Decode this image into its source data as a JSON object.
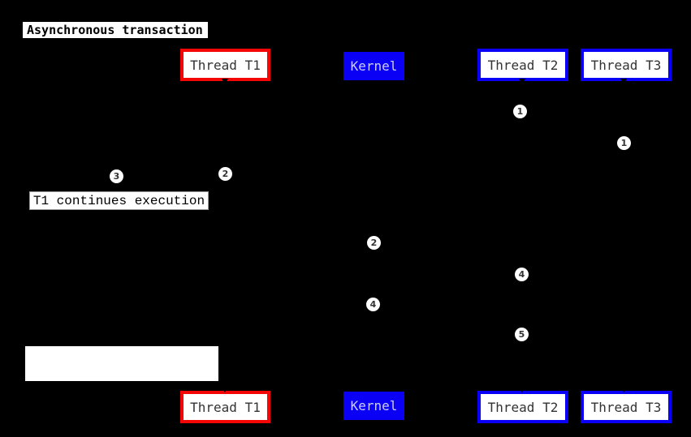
{
  "title": "Asynchronous transaction",
  "note": "T1 continues execution",
  "empty_note": "",
  "actors": [
    {
      "id": "thread-t1",
      "label": "Thread T1",
      "accent": "red"
    },
    {
      "id": "kernel",
      "label": "Kernel",
      "accent": "blue-solid"
    },
    {
      "id": "thread-t2",
      "label": "Thread T2",
      "accent": "blue"
    },
    {
      "id": "thread-t3",
      "label": "Thread T3",
      "accent": "blue"
    }
  ],
  "markers": [
    {
      "label": "1",
      "near": "thread-t2"
    },
    {
      "label": "1",
      "near": "thread-t3"
    },
    {
      "label": "2",
      "near": "thread-t1"
    },
    {
      "label": "3",
      "near": "note"
    },
    {
      "label": "2",
      "near": "kernel"
    },
    {
      "label": "4",
      "near": "thread-t2"
    },
    {
      "label": "4",
      "near": "kernel"
    },
    {
      "label": "5",
      "near": "thread-t2"
    }
  ],
  "colors": {
    "background": "#000000",
    "box_fill": "#ffffff",
    "red_accent": "#f40606",
    "blue_accent": "#0b00f6",
    "actor_text": "#333333",
    "kernel_text": "#ccccff",
    "note_border": "#999999",
    "text": "#000000"
  }
}
